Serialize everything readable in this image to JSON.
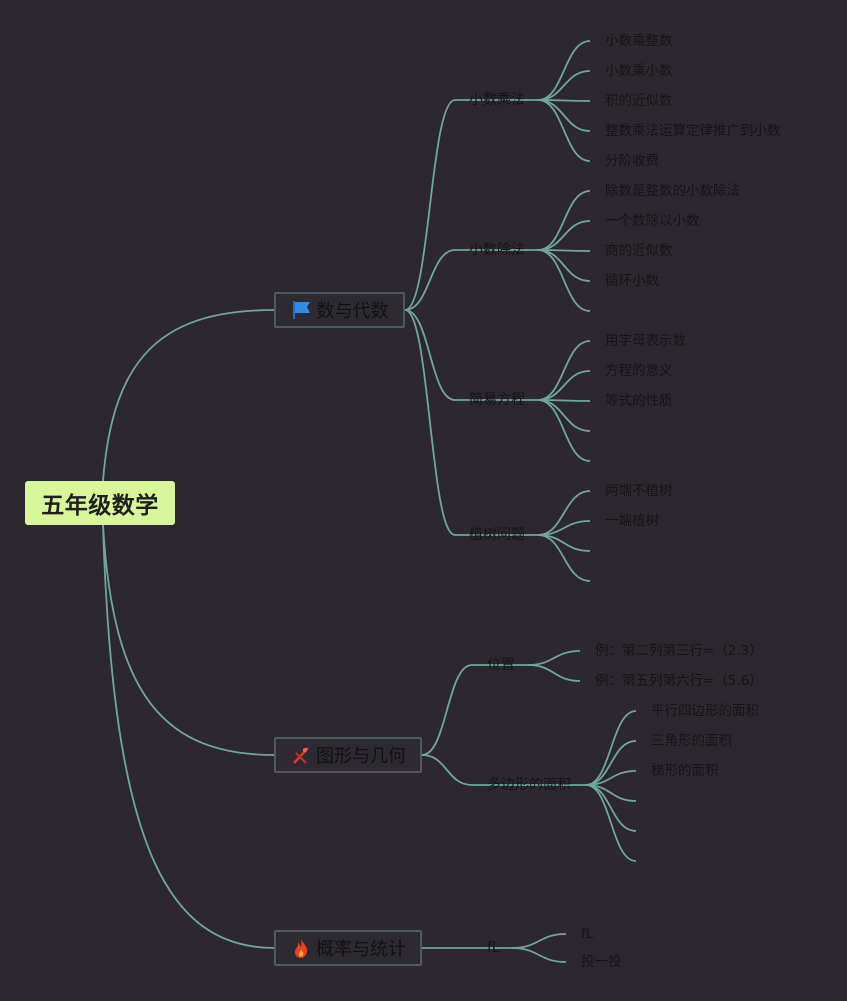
{
  "root": {
    "title": "五年级数学"
  },
  "branches": [
    {
      "label": "数与代数",
      "icon": "blue-flag-icon",
      "children": [
        {
          "label": "小数乘法",
          "items": [
            "小数乘整数",
            "小数乘小数",
            "积的近似数",
            "整数乘法运算定律推广到小数",
            "分阶收费"
          ]
        },
        {
          "label": "小数除法",
          "items": [
            "除数是整数的小数除法",
            "一个数除以小数",
            "商的近似数",
            "循环小数",
            ""
          ]
        },
        {
          "label": "简易方程",
          "items": [
            "用字母表示数",
            "方程的意义",
            "等式的性质",
            "",
            ""
          ]
        },
        {
          "label": "植树问题",
          "items": [
            "两端不植树",
            "一端植树",
            "",
            ""
          ]
        }
      ]
    },
    {
      "label": "图形与几何",
      "icon": "geometry-tools-icon",
      "children": [
        {
          "label": "位置",
          "items": [
            "例：第二列第三行=（2.3）",
            "例：第五列第六行=（5.6）"
          ]
        },
        {
          "label": "多边形的面积",
          "items": [
            "平行四边形的面积",
            "三角形的面积",
            "梯形的面积",
            "",
            "",
            ""
          ]
        }
      ]
    },
    {
      "label": "概率与统计",
      "icon": "fire-icon",
      "children": [
        {
          "label": "fL",
          "items": [
            "fL",
            "投一投"
          ]
        }
      ]
    }
  ],
  "colors": {
    "background": "#2d2830",
    "line": "#6fa89a",
    "root_fill": "#d8f79a",
    "node_border": "#4a5a60"
  }
}
